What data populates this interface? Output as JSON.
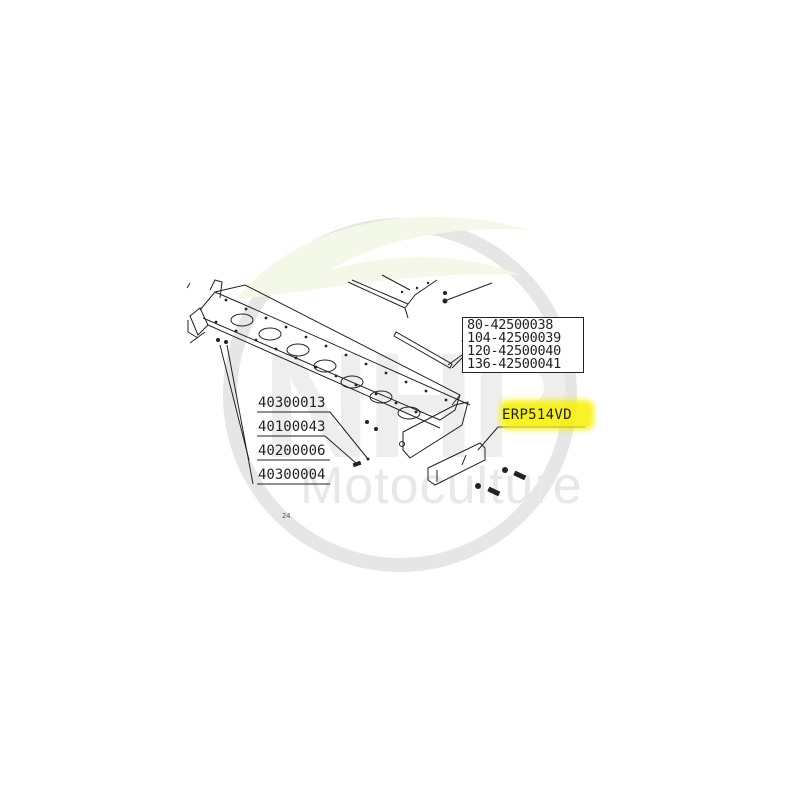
{
  "diagram": {
    "type": "exploded-parts-diagram",
    "watermark": {
      "main": "NHP",
      "sub": "Motoculture",
      "ring_color": "#e6e6e6",
      "leaf_color": "#f2f7e6"
    },
    "highlight_color": "#f8f000",
    "reference_box": {
      "rows": [
        "80-42500038",
        "104-42500039",
        "120-42500040",
        "136-42500041"
      ]
    },
    "highlighted_part": {
      "label": "ERP514VD"
    },
    "left_callouts": [
      {
        "label": "40300013"
      },
      {
        "label": "40100043"
      },
      {
        "label": "40200006"
      },
      {
        "label": "40300004"
      }
    ],
    "stray_marks": {
      "top_left_tick": "/",
      "bottom_fragment": "24"
    }
  }
}
